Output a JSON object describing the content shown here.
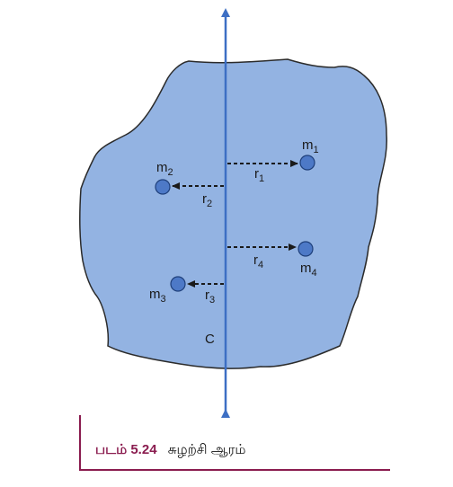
{
  "colors": {
    "body_fill": "#93b3e2",
    "body_stroke": "#2b2b2b",
    "axis": "#3d6fc4",
    "particle": "#4d79c7",
    "caption_accent": "#8a1c4f"
  },
  "labels": {
    "m1": "m",
    "m1_sub": "1",
    "m2": "m",
    "m2_sub": "2",
    "m3": "m",
    "m3_sub": "3",
    "m4": "m",
    "m4_sub": "4",
    "r1": "r",
    "r1_sub": "1",
    "r2": "r",
    "r2_sub": "2",
    "r3": "r",
    "r3_sub": "3",
    "r4": "r",
    "r4_sub": "4",
    "center": "C"
  },
  "caption": {
    "number": "படம் 5.24",
    "text": "சுழற்சி ஆரம்"
  }
}
